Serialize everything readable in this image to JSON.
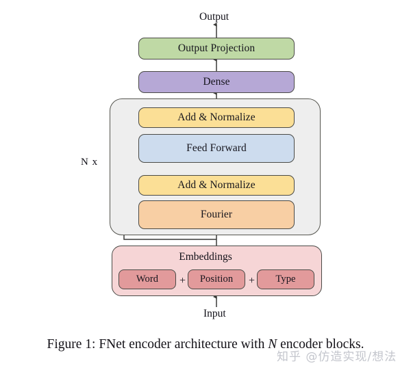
{
  "figure": {
    "caption_prefix": "Figure 1: FNet encoder architecture with ",
    "caption_math": "N",
    "caption_suffix": " encoder blocks.",
    "watermark": "知乎 @仿造实现/想法"
  },
  "io_labels": {
    "output": "Output",
    "input": "Input",
    "repeat": "N x"
  },
  "nodes": {
    "output_projection": {
      "label": "Output Projection",
      "color": "#bfd9a5"
    },
    "dense": {
      "label": "Dense",
      "color": "#b6a8d6"
    },
    "add_norm_top": {
      "label": "Add & Normalize",
      "color": "#fbdf96"
    },
    "feed_forward": {
      "label": "Feed Forward",
      "color": "#cddcee"
    },
    "add_norm_bottom": {
      "label": "Add & Normalize",
      "color": "#fbdf96"
    },
    "fourier": {
      "label": "Fourier",
      "color": "#f8cfa4"
    }
  },
  "embeddings": {
    "title": "Embeddings",
    "container_color": "#f6d5d6",
    "items": [
      {
        "label": "Word",
        "color": "#e29a9b"
      },
      {
        "label": "Position",
        "color": "#e29a9b"
      },
      {
        "label": "Type",
        "color": "#e29a9b"
      }
    ],
    "operator": "+"
  },
  "encoder_block": {
    "container_color": "#eeeeee"
  },
  "colors": {
    "background": "#ffffff",
    "stroke": "#4a4a46",
    "text": "#15141c"
  }
}
